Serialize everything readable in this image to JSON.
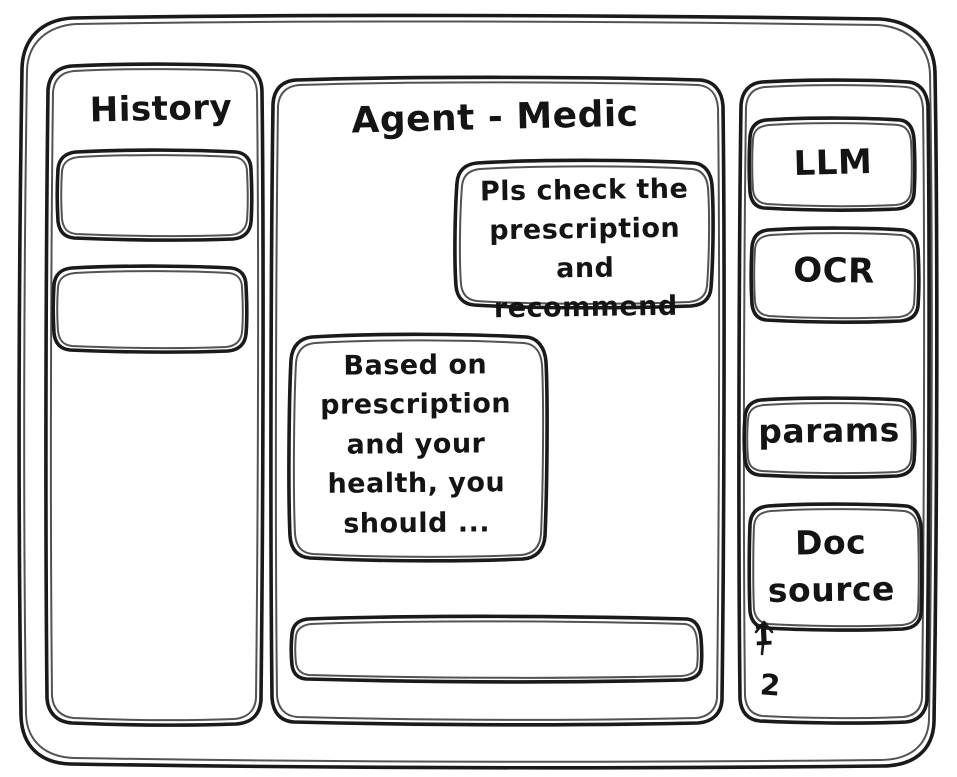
{
  "app": {
    "style": "hand-drawn-wireframe",
    "ink_color": "#1a1a1a",
    "background_color": "#ffffff"
  },
  "sidebar_left": {
    "title": "History",
    "items": [
      {
        "label": "",
        "name": "history-item-1"
      },
      {
        "label": "",
        "name": "history-item-2"
      }
    ]
  },
  "main": {
    "title": "Agent - Medic",
    "messages": [
      {
        "role": "user",
        "text": "Pls check the\nprescription\nand recommend"
      },
      {
        "role": "agent",
        "text": "Based on\nprescription\nand your\nhealth, you\nshould ..."
      }
    ],
    "composer": {
      "value": "",
      "placeholder": ""
    }
  },
  "sidebar_right": {
    "tools": [
      {
        "label": "LLM",
        "name": "tool-card-llm"
      },
      {
        "label": "OCR",
        "name": "tool-card-ocr"
      },
      {
        "label": "params",
        "name": "tool-card-params"
      },
      {
        "label": "Doc\nsource",
        "name": "tool-card-doc-source"
      }
    ],
    "sources": [
      {
        "index": "1"
      },
      {
        "index": "2"
      }
    ]
  }
}
